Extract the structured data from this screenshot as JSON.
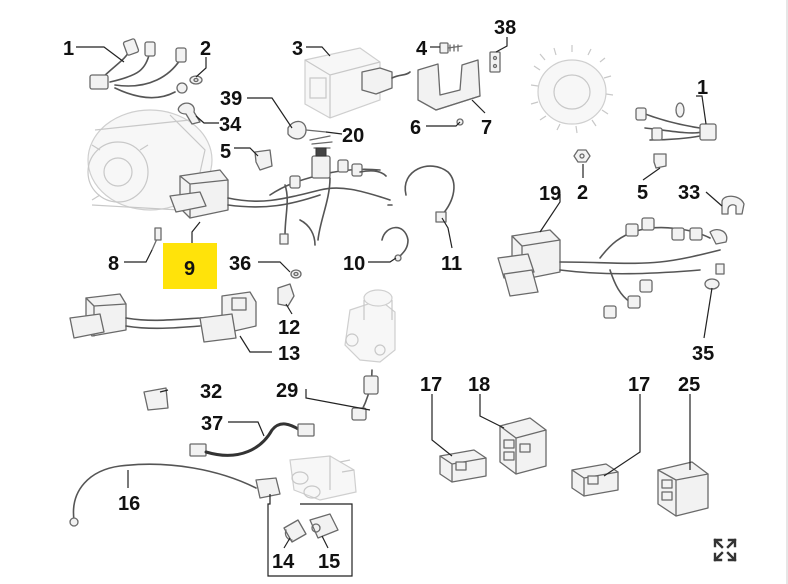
{
  "callouts": {
    "c1a": "1",
    "c2a": "2",
    "c3": "3",
    "c4": "4",
    "c38": "38",
    "c39": "39",
    "c34": "34",
    "c20": "20",
    "c6": "6",
    "c7": "7",
    "c1b": "1",
    "c5a": "5",
    "c8": "8",
    "c9": "9",
    "c19": "19",
    "c2b": "2",
    "c5b": "5",
    "c33": "33",
    "c36": "36",
    "c10": "10",
    "c11": "11",
    "c12": "12",
    "c13": "13",
    "c35": "35",
    "c32": "32",
    "c29": "29",
    "c17a": "17",
    "c18": "18",
    "c17b": "17",
    "c25": "25",
    "c37": "37",
    "c16": "16",
    "c14": "14",
    "c15": "15"
  },
  "highlight_color": "#FFE30A",
  "expand_icon": "fullscreen-expand-icon"
}
